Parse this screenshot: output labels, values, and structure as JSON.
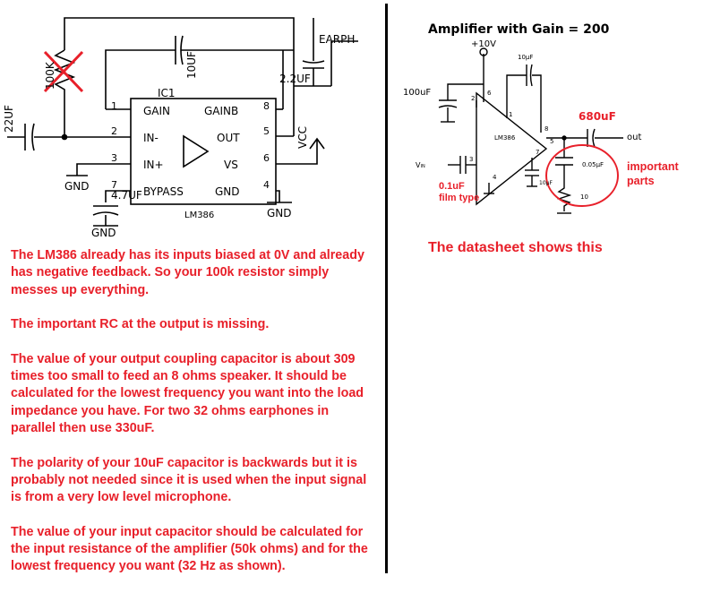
{
  "left_schematic": {
    "ic_ref": "IC1",
    "ic_part": "LM386",
    "pins": {
      "gain": "GAIN",
      "gainb": "GAINB",
      "in_minus": "IN-",
      "out": "OUT",
      "in_plus": "IN+",
      "vs": "VS",
      "bypass": "BYPASS",
      "gnd": "GND"
    },
    "pin_numbers": [
      "1",
      "2",
      "3",
      "7",
      "8",
      "5",
      "6",
      "4"
    ],
    "components": {
      "input_cap": "22UF",
      "feedback_resistor": "100K",
      "gain_cap": "10UF",
      "output_cap": "2.2UF",
      "bypass_cap": "4.7UF",
      "earphone": "EARPH",
      "supply": "VCC"
    },
    "ground_labels": [
      "GND",
      "GND",
      "GND"
    ]
  },
  "right_schematic": {
    "title": "Amplifier with Gain = 200",
    "supply": "+10V",
    "ic_part": "LM386",
    "cap_supply": "100uF",
    "cap_gain": "10μF",
    "cap_output": "680uF",
    "cap_input_label": "0.1uF film type",
    "cap_zobel": "0.05μF",
    "res_zobel": "10",
    "cap_bypass": "10μF",
    "output_label": "out",
    "input_label": "V",
    "input_subscript": "IN",
    "important_note": "important parts",
    "pin_numbers": [
      "2",
      "3",
      "6",
      "4",
      "8",
      "1",
      "7",
      "5"
    ],
    "datasheet_note": "The datasheet shows this"
  },
  "notes": [
    "The LM386 already has its inputs biased at 0V and already has negative feedback. So your 100k resistor simply messes up everything.",
    "The important RC at the output is missing.",
    "The value of your output coupling capacitor is about 309 times too small to feed an 8 ohms speaker. It should be calculated for the lowest frequency you want into the load impedance you have. For two 32 ohms earphones in parallel then use 330uF.",
    "The polarity of your 10uF capacitor is backwards but it is probably not needed since it is used when the input signal is from a very low level microphone.",
    "The value of your input capacitor should be calculated for the input resistance of the amplifier (50k ohms) and for the lowest frequency you want (32 Hz as shown)."
  ],
  "colors": {
    "annotation": "#e8202a",
    "line": "#000000"
  }
}
